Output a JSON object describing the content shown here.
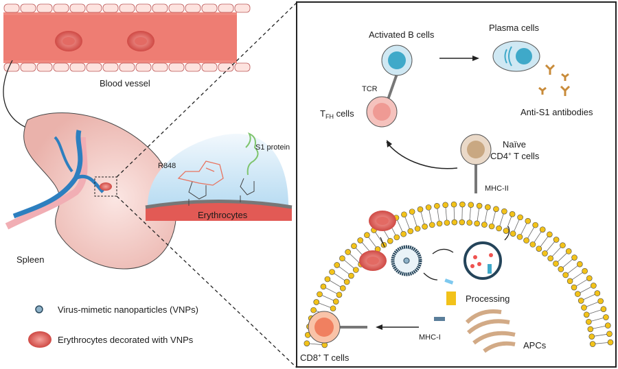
{
  "labels": {
    "blood_vessel": "Blood vessel",
    "spleen": "Spleen",
    "r848": "R848",
    "s1_protein": "S1 protein",
    "erythrocytes": "Erythrocytes",
    "activated_b_cells": "Activated B cells",
    "plasma_cells": "Plasma cells",
    "tcr": "TCR",
    "tfh_t": "T",
    "tfh_sub": "FH",
    "tfh_cells": " cells",
    "anti_s1": "Anti-S1 antibodies",
    "naive": "Naïve",
    "cd4_prefix": "CD4",
    "cd4_suffix": " T cells",
    "sup_plus": "+",
    "mhc2": "MHC-II",
    "processing": "Processing",
    "mhc1": "MHC-I",
    "apcs": "APCs",
    "cd8_prefix": "CD8",
    "cd8_suffix": " T cells"
  },
  "legend": [
    {
      "icon": "nanoparticle-icon",
      "label": "Virus-mimetic nanoparticles (VNPs)"
    },
    {
      "icon": "erythrocyte-icon",
      "label": "Erythrocytes decorated with VNPs"
    }
  ],
  "colors": {
    "vessel": "#f08a80",
    "spleen": "#f3c4bf",
    "erythrocyte": "#d9534f",
    "b_cell": "#3fa9c9",
    "tfh_cell": "#ef9a94",
    "naive_cell": "#c9a882",
    "membrane_head": "#f2c21a",
    "cd8_cell": "#f08060",
    "antibody": "#c88b3a"
  }
}
